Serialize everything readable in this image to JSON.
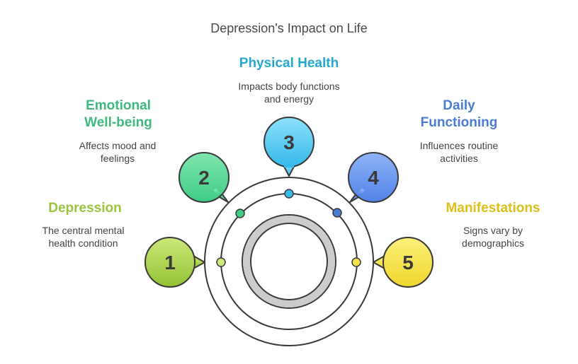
{
  "title": "Depression's Impact on Life",
  "items": [
    {
      "number": "1",
      "heading": "Depression",
      "description": "The central mental health condition",
      "color": "#9bc43c",
      "fill_light": "#cde87a",
      "fill_dark": "#93c234"
    },
    {
      "number": "2",
      "heading": "Emotional Well-being",
      "description": "Affects mood and feelings",
      "color": "#3fba7d",
      "fill_light": "#7fe6ae",
      "fill_dark": "#3fcb86"
    },
    {
      "number": "3",
      "heading": "Physical Health",
      "description": "Impacts body functions and energy",
      "color": "#27a8d0",
      "fill_light": "#8ee0fa",
      "fill_dark": "#35b9ea"
    },
    {
      "number": "4",
      "heading": "Daily Functioning",
      "description": "Influences routine activities",
      "color": "#4a7cd3",
      "fill_light": "#8fb3f7",
      "fill_dark": "#5283e8"
    },
    {
      "number": "5",
      "heading": "Manifestations",
      "description": "Signs vary by demographics",
      "color": "#dcc019",
      "fill_light": "#fbf07a",
      "fill_dark": "#f0d72c"
    }
  ]
}
